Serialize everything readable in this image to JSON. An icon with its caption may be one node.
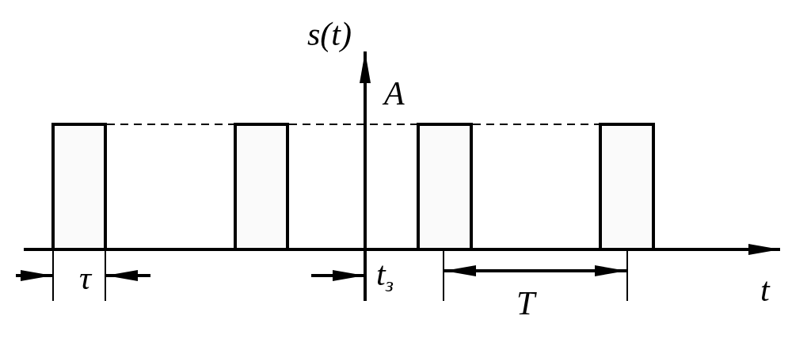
{
  "diagram": {
    "labels": [
      "s(t)",
      "A",
      "τ",
      "t$_{з}$",
      "T",
      "t"
    ]
  }
}
